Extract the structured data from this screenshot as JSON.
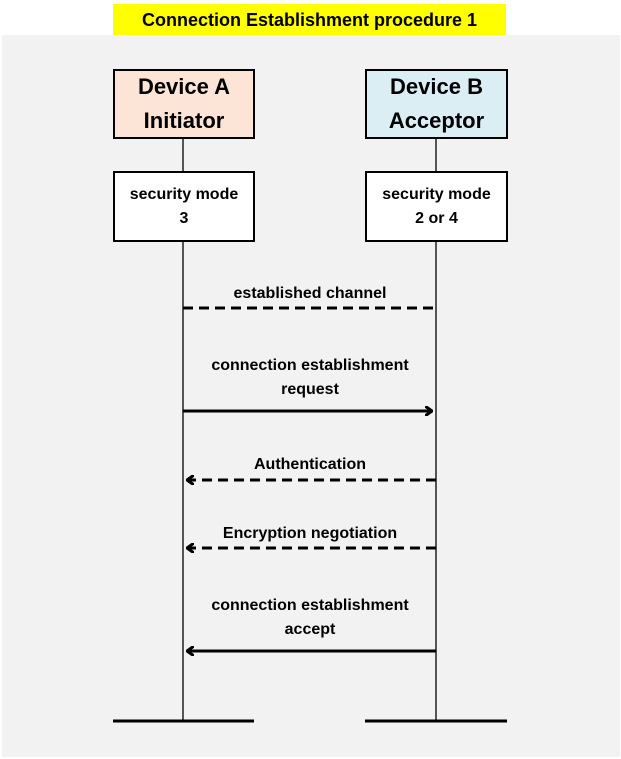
{
  "title": "Connection Establishment procedure 1",
  "colors": {
    "title_bg": "#ffff00",
    "device_a_bg": "#fce4d6",
    "device_b_bg": "#dbeef4",
    "canvas_bg": "#f2f2f2"
  },
  "device_a": {
    "name": "Device A",
    "role": "Initiator",
    "mode_line1": "security mode",
    "mode_line2": "3"
  },
  "device_b": {
    "name": "Device B",
    "role": "Acceptor",
    "mode_line1": "security mode",
    "mode_line2": "2 or 4"
  },
  "messages": [
    {
      "id": "established-channel",
      "line1": "established channel",
      "line2": "",
      "style": "dashed",
      "direction": "none"
    },
    {
      "id": "connection-request",
      "line1": "connection establishment",
      "line2": "request",
      "style": "solid",
      "direction": "A-to-B"
    },
    {
      "id": "authentication",
      "line1": "Authentication",
      "line2": "",
      "style": "dashed",
      "direction": "B-to-A"
    },
    {
      "id": "encryption-negotiation",
      "line1": "Encryption negotiation",
      "line2": "",
      "style": "dashed",
      "direction": "B-to-A"
    },
    {
      "id": "connection-accept",
      "line1": "connection establishment",
      "line2": "accept",
      "style": "solid",
      "direction": "B-to-A"
    }
  ]
}
